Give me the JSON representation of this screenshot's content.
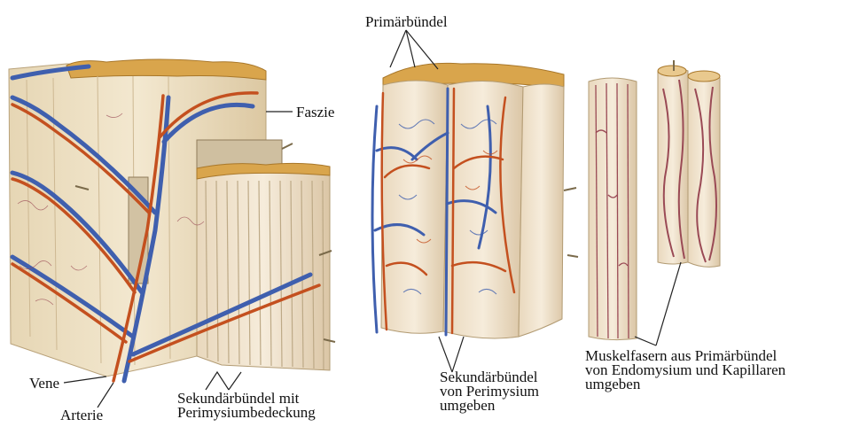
{
  "labels": {
    "primaerbuendel": "Primärbündel",
    "faszie": "Faszie",
    "vene": "Vene",
    "arterie": "Arterie",
    "sekundaer_perimysiumbedeckung": "Sekundärbündel mit\nPerimysiumbedeckung",
    "sekundaer_von_perimysium": "Sekundärbündel\nvon Perimysium\numgeben",
    "muskelfasern": "Muskelfasern aus Primärbündel\nvon Endomysium und Kapillaren\numgeben"
  },
  "colors": {
    "tissue": "#efe2c6",
    "tissue_shade": "#dcc9a4",
    "fat_top": "#d9a54c",
    "artery": "#c4501f",
    "vein": "#3f5fae",
    "capillary": "#9a4a55",
    "leader": "#222222"
  }
}
